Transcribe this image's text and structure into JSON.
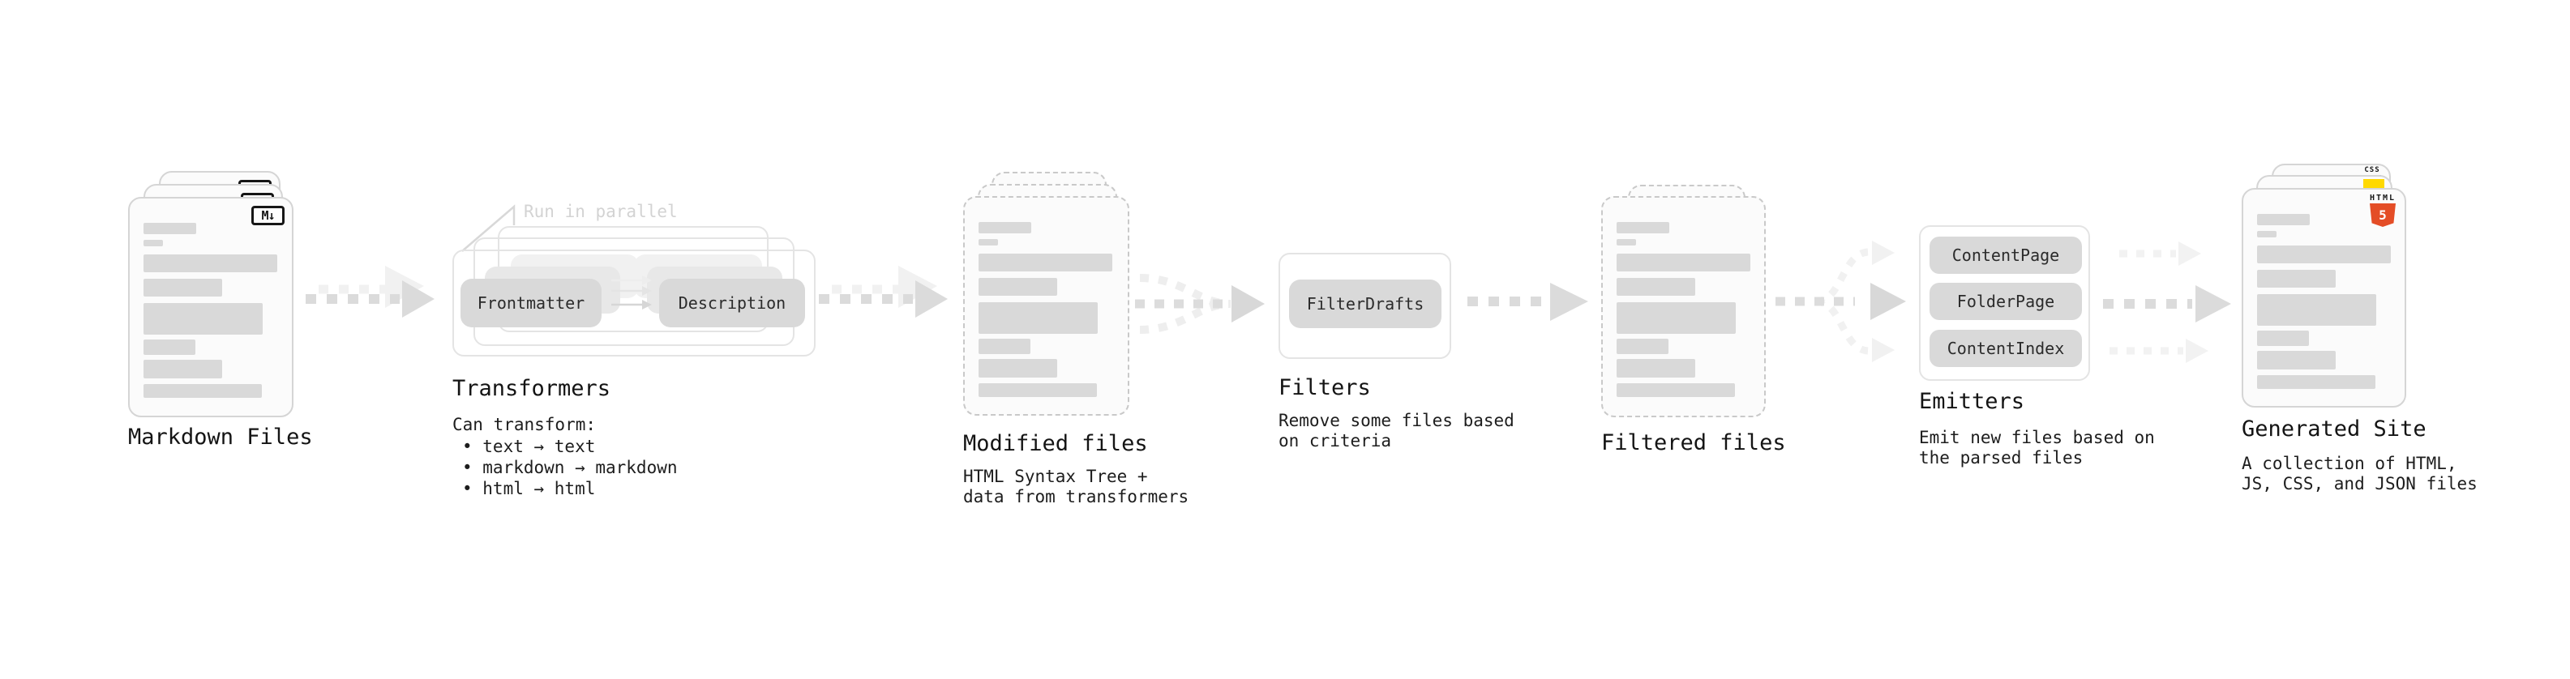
{
  "markdown_files": {
    "label": "Markdown Files",
    "file_badge": "M↓"
  },
  "transformers": {
    "annotation": "Run in parallel",
    "pill_left": "Frontmatter",
    "pill_right": "Description",
    "label": "Transformers",
    "note_title": "Can transform:",
    "bullets": [
      "• text → text",
      "• markdown → markdown",
      "• html → html"
    ]
  },
  "modified_files": {
    "label": "Modified files",
    "note_lines": [
      "HTML Syntax Tree +",
      "data from transformers"
    ]
  },
  "filters": {
    "pill": "FilterDrafts",
    "label": "Filters",
    "note_lines": [
      "Remove some files based",
      "on criteria"
    ]
  },
  "filtered_files": {
    "label": "Filtered files"
  },
  "emitters": {
    "pills": [
      "ContentPage",
      "FolderPage",
      "ContentIndex"
    ],
    "label": "Emitters",
    "note_lines": [
      "Emit new files based on",
      "the parsed files"
    ]
  },
  "generated_site": {
    "label": "Generated Site",
    "note_lines": [
      "A collection of HTML,",
      "JS, CSS, and JSON files"
    ],
    "badges": {
      "html_label": "HTML",
      "html_number": "5",
      "css_label": "CSS"
    }
  },
  "colors": {
    "card_border": "#d5d5d5",
    "bar_fill": "#d9d9d9",
    "arrow_dark": "#dbdbdb",
    "arrow_light": "#f1f1f1",
    "html5_orange": "#e44d26",
    "js_yellow": "#ffd900",
    "css_blue": "#2f6fed"
  }
}
